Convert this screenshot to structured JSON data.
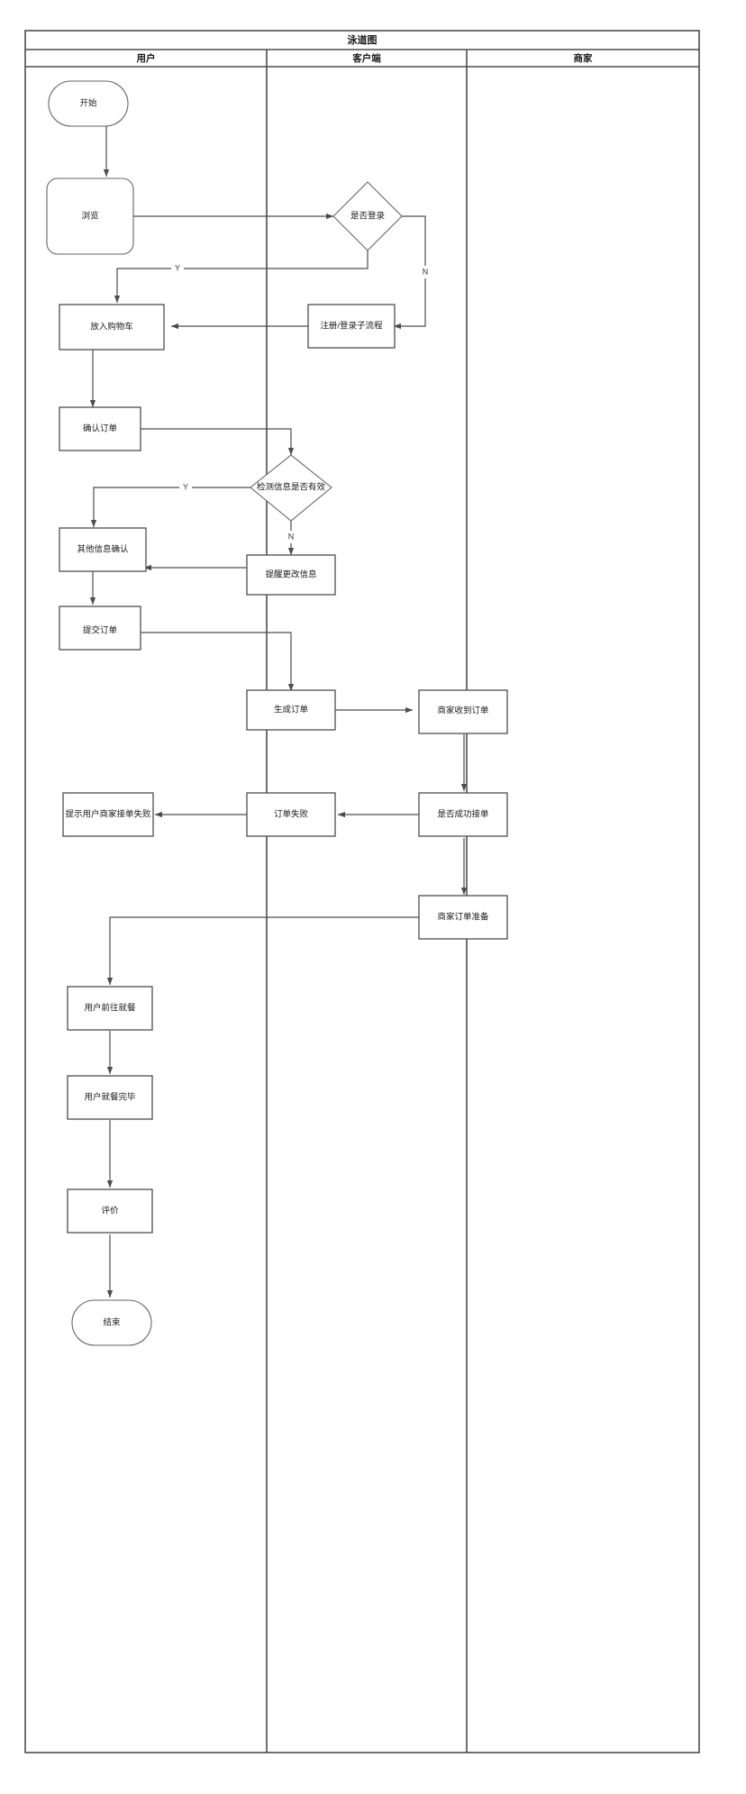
{
  "diagram": {
    "title": "泳道图",
    "lanes": [
      {
        "id": "user",
        "label": "用户"
      },
      {
        "id": "client",
        "label": "客户端"
      },
      {
        "id": "merchant",
        "label": "商家"
      }
    ],
    "nodes": [
      {
        "id": "start",
        "label": "开始",
        "shape": "terminator",
        "lane": "user"
      },
      {
        "id": "browse",
        "label": "浏览",
        "shape": "rounded",
        "lane": "user"
      },
      {
        "id": "is-login",
        "label": "是否登录",
        "shape": "decision",
        "lane": "client"
      },
      {
        "id": "login-subprocess",
        "label": "注册/登录子流程",
        "shape": "process",
        "lane": "client"
      },
      {
        "id": "add-cart",
        "label": "放入购物车",
        "shape": "process",
        "lane": "user"
      },
      {
        "id": "confirm-order",
        "label": "确认订单",
        "shape": "process",
        "lane": "user"
      },
      {
        "id": "check-info",
        "label": "检测信息是否有效",
        "shape": "decision",
        "lane": "client"
      },
      {
        "id": "other-info",
        "label": "其他信息确认",
        "shape": "process",
        "lane": "user"
      },
      {
        "id": "remind-change",
        "label": "提醒更改信息",
        "shape": "process",
        "lane": "client"
      },
      {
        "id": "submit-order",
        "label": "提交订单",
        "shape": "process",
        "lane": "user"
      },
      {
        "id": "generate-order",
        "label": "生成订单",
        "shape": "process",
        "lane": "client"
      },
      {
        "id": "merchant-receive",
        "label": "商家收到订单",
        "shape": "process",
        "lane": "merchant"
      },
      {
        "id": "accept-success",
        "label": "是否成功接单",
        "shape": "process",
        "lane": "merchant"
      },
      {
        "id": "order-failed",
        "label": "订单失败",
        "shape": "process",
        "lane": "client"
      },
      {
        "id": "notify-fail",
        "label": "提示用户商家接单失败",
        "shape": "process",
        "lane": "user"
      },
      {
        "id": "prepare-order",
        "label": "商家订单准备",
        "shape": "process",
        "lane": "merchant"
      },
      {
        "id": "user-go-dine",
        "label": "用户前往就餐",
        "shape": "process",
        "lane": "user"
      },
      {
        "id": "user-done-dine",
        "label": "用户就餐完毕",
        "shape": "process",
        "lane": "user"
      },
      {
        "id": "review",
        "label": "评价",
        "shape": "process",
        "lane": "user"
      },
      {
        "id": "end",
        "label": "结束",
        "shape": "terminator",
        "lane": "user"
      }
    ],
    "edge_labels": {
      "login_yes": "Y",
      "login_no": "N",
      "info_yes": "Y",
      "info_no": "N"
    },
    "colors": {
      "stroke": "#4d4d4d",
      "background": "#ffffff",
      "text": "#1a1a1a"
    }
  }
}
